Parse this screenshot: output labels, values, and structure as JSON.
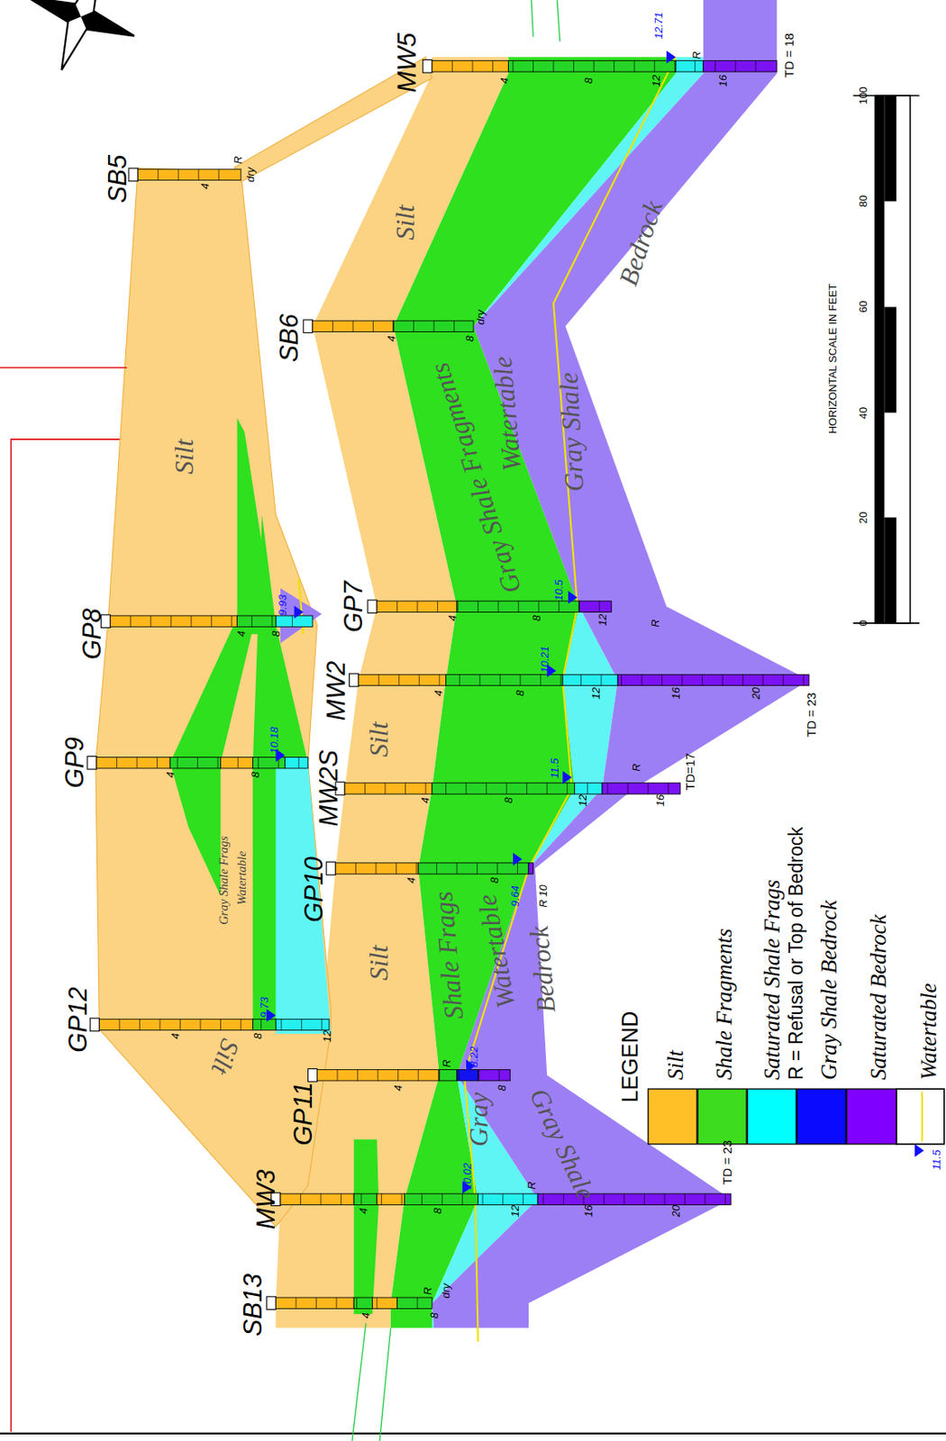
{
  "diagram": {
    "labels": [
      "SB5",
      "MW5",
      "SB6",
      "GP8",
      "GP9",
      "GP7",
      "MW2",
      "MW2S",
      "GP10",
      "GP12",
      "GP11",
      "MW3",
      "SB13",
      "4",
      "R",
      "dry",
      "4",
      "8",
      "12",
      "16",
      "R",
      "12.71",
      "TD = 18",
      "4",
      "8",
      "dry",
      "4",
      "8",
      "9.93",
      "4",
      "8",
      "10.18",
      "4",
      "8",
      "12",
      "10.5",
      "4",
      "8",
      "12",
      "16",
      "20",
      "R",
      "10.21",
      "TD = 23",
      "4",
      "8",
      "12",
      "16",
      "R",
      "11.5",
      "TD=17",
      "4",
      "8",
      "R 10",
      "9.64",
      "4",
      "8",
      "R",
      "8.22",
      "4",
      "8",
      "12",
      "9.73",
      "4",
      "8",
      "12",
      "16",
      "20",
      "R",
      "10.02",
      "TD = 23",
      "4",
      "8",
      "R",
      "dry",
      "Silt",
      "Silt",
      "Bedrock",
      "Gray Shale Fragments",
      "Watertable",
      "Gray Shale",
      "Silt",
      "Gray Shale Frags",
      "Watertable",
      "Silt",
      "Shale Frags",
      "Watertable",
      "Bedrock",
      "Gray",
      "Gray Shale",
      "Silt",
      "LEGEND",
      "11.5",
      "100",
      "80",
      "60",
      "40",
      "20",
      "0",
      "HORIZONTAL SCALE IN FEET"
    ],
    "legend": [
      {
        "text": "Silt",
        "color": "#ffbf26"
      },
      {
        "text": "Shale Fragments",
        "color": "#3ddc1f"
      },
      {
        "text": "Saturated Shale Frags",
        "color": "#00ffff"
      },
      {
        "text": "R = Refusal or Top of Bedrock"
      },
      {
        "text": "Gray Shale Bedrock",
        "color": "#0a0aff"
      },
      {
        "text": "Saturated Bedrock",
        "color": "#8000ff"
      },
      {
        "text": "Watertable"
      }
    ]
  }
}
